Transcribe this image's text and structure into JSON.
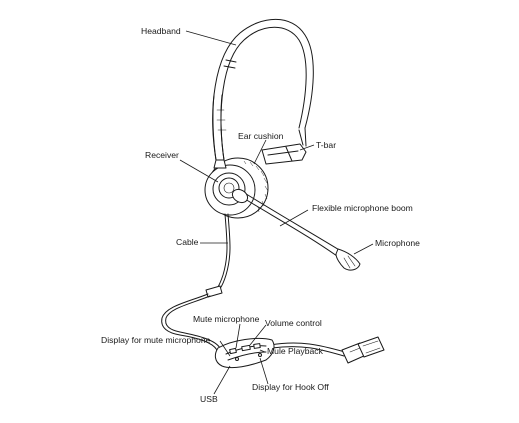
{
  "labels": {
    "headband": "Headband",
    "ear_cushion": "Ear cushion",
    "t_bar": "T-bar",
    "receiver": "Receiver",
    "flexible_boom": "Flexible microphone boom",
    "cable": "Cable",
    "microphone": "Microphone",
    "mute_microphone": "Mute microphone",
    "volume_control": "Volume control",
    "display_mute": "Display for mute microphone",
    "mule_playback": "Mule Playback",
    "usb": "USB",
    "display_hook_off": "Display for Hook Off"
  }
}
